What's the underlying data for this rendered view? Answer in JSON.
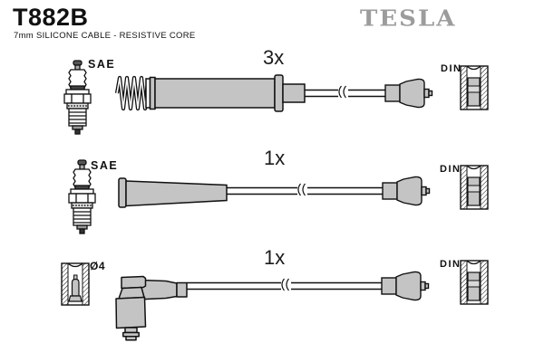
{
  "header": {
    "part_number": "T882B",
    "description": "7mm SILICONE CABLE - RESISTIVE CORE",
    "brand_logo": "TESLA"
  },
  "colors": {
    "background": "#ffffff",
    "line": "#111111",
    "boot_gray": "#c4c4c4",
    "logo_gray": "#9c9c9c"
  },
  "rows": [
    {
      "quantity_label": "3x",
      "plug_end_label": "SAE",
      "distributor_end_label": "DIN",
      "plug_end_icon": "spark-plug-icon",
      "extra_icon": "coil-spring-icon",
      "distributor_end_icon": "din-boot-cross-section-icon"
    },
    {
      "quantity_label": "1x",
      "plug_end_label": "SAE",
      "distributor_end_label": "DIN",
      "plug_end_icon": "spark-plug-icon",
      "distributor_end_icon": "din-boot-cross-section-icon"
    },
    {
      "quantity_label": "1x",
      "plug_end_label": "Ø4",
      "distributor_end_label": "DIN",
      "plug_end_icon": "socket-cross-section-icon",
      "distributor_end_icon": "din-boot-cross-section-icon"
    }
  ]
}
